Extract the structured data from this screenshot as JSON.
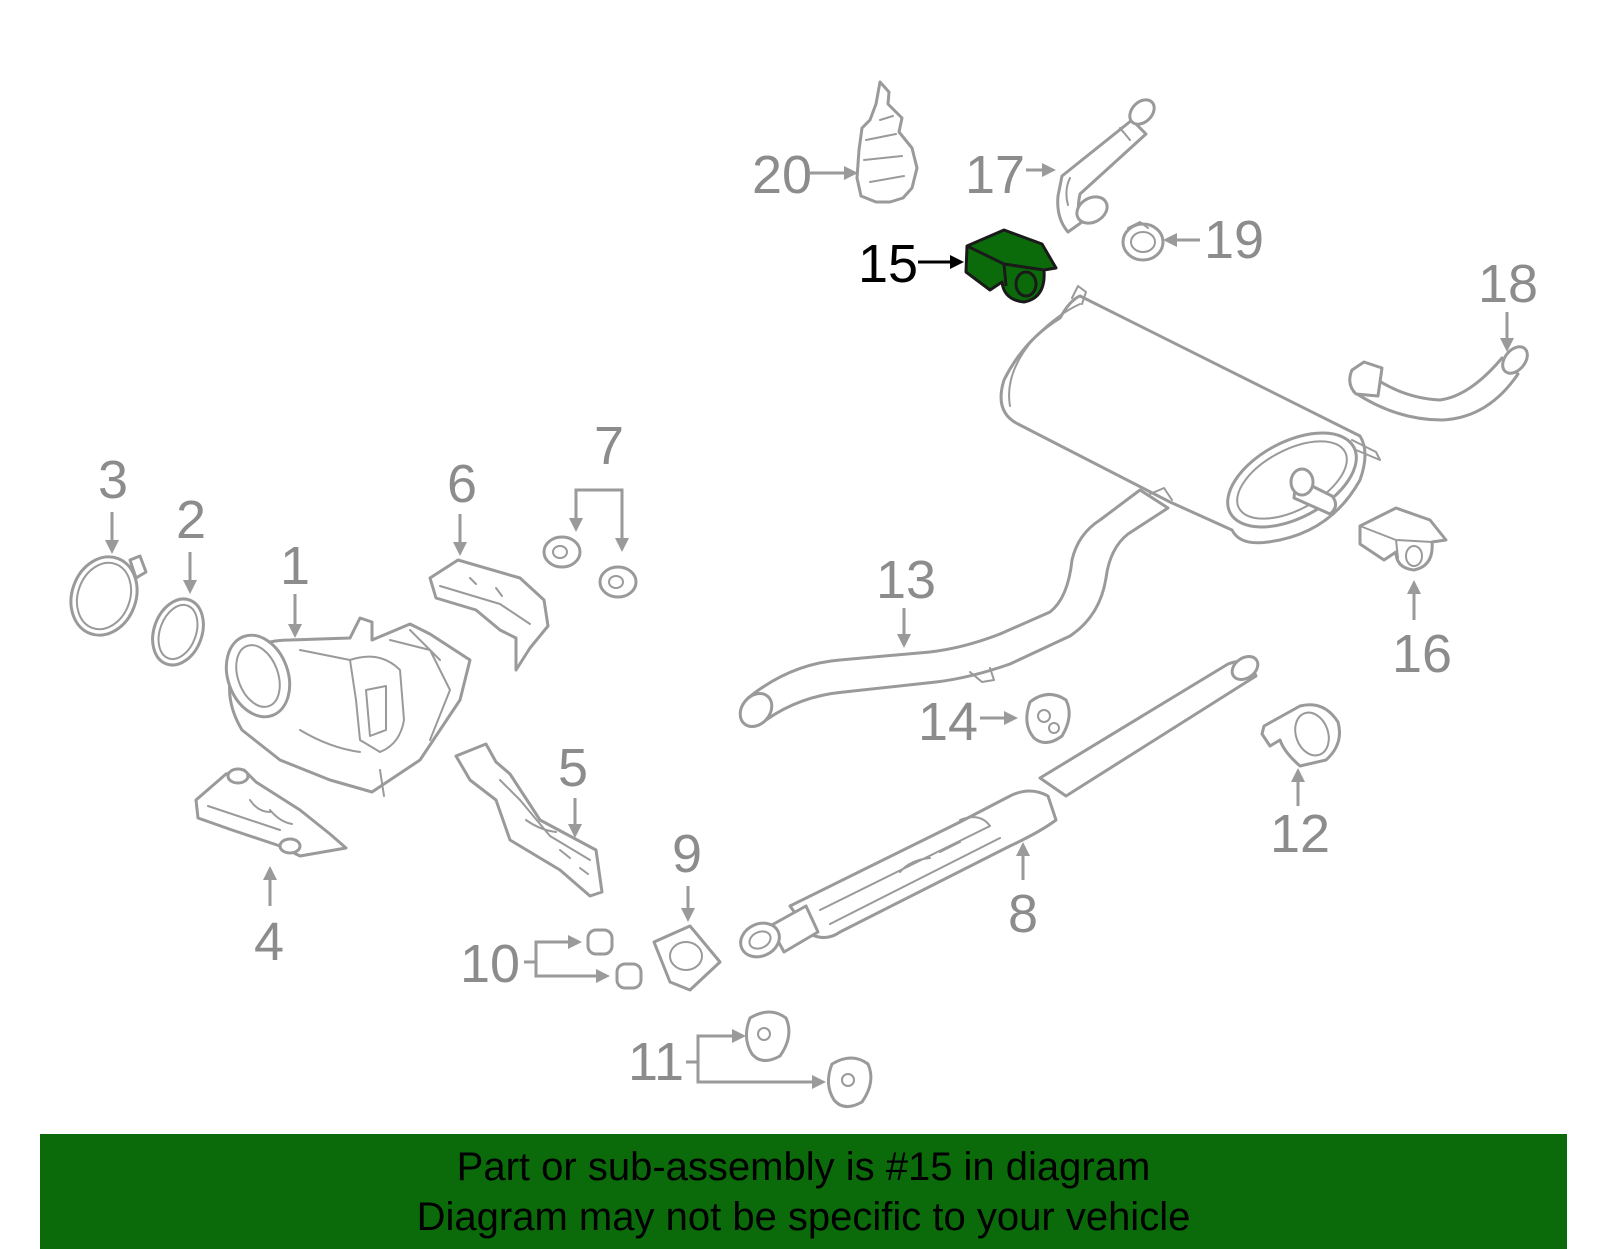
{
  "callouts": {
    "c1": "1",
    "c2": "2",
    "c3": "3",
    "c4": "4",
    "c5": "5",
    "c6": "6",
    "c7": "7",
    "c8": "8",
    "c9": "9",
    "c10": "10",
    "c11": "11",
    "c12": "12",
    "c13": "13",
    "c14": "14",
    "c15": "15",
    "c16": "16",
    "c17": "17",
    "c18": "18",
    "c19": "19",
    "c20": "20"
  },
  "highlight": {
    "part_number": "15",
    "color": "#0b6b0b"
  },
  "colors": {
    "line": "#9a9a9a",
    "label": "#8c8c8c",
    "banner": "#0b6b0b"
  },
  "banner": {
    "line1": "Part or sub-assembly is #15 in diagram",
    "line2": "Diagram may not be specific to your vehicle"
  }
}
